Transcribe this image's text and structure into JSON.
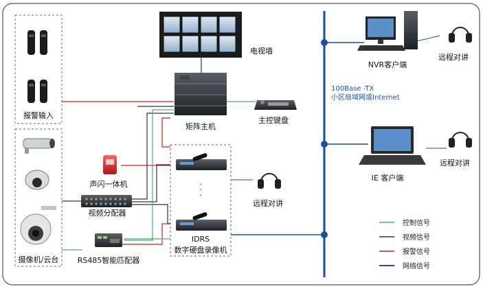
{
  "labels": {
    "alarm_input": "报警输入",
    "camera": "摄像机/云台",
    "rs485": "RS485智能匹配器",
    "video_splitter": "视频分配器",
    "strobe": "声闪一体机",
    "matrix_host": "矩阵主机",
    "tv_wall": "电视墙",
    "keyboard": "主控键盘",
    "idrs_line1": "IDRS",
    "idrs_line2": "数字硬盘录像机",
    "intercom_center": "远程对讲",
    "intercom_nvr": "远程对讲",
    "intercom_ie": "远程对讲",
    "nvr_client": "NVR客户端",
    "ie_client": "IE 客户端",
    "network_line1": "100Base -TX",
    "network_line2": "小区局域网或Internet",
    "ellipsis": "·\n·\n·"
  },
  "legend": [
    {
      "label": "控制信号",
      "color": "#3cb371"
    },
    {
      "label": "视频信号",
      "color": "#333333"
    },
    {
      "label": "报警信号",
      "color": "#d42020"
    },
    {
      "label": "网络信号",
      "color": "#1f4e9a"
    }
  ],
  "colors": {
    "control": "#3cb371",
    "video": "#333333",
    "alarm": "#d42020",
    "network": "#1f4e9a"
  }
}
